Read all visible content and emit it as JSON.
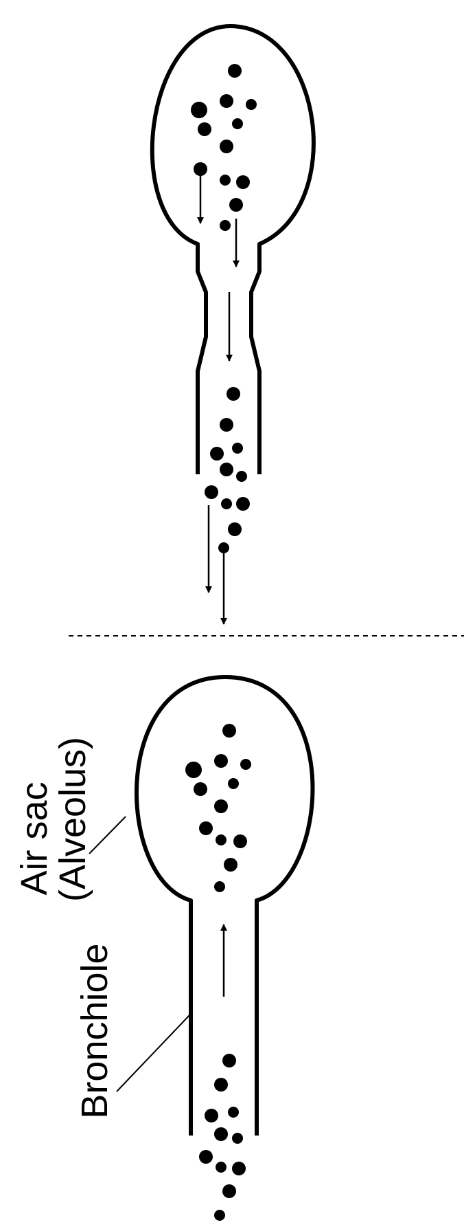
{
  "labels": {
    "air_sac_line1": "Air sac",
    "air_sac_line2": "(Alveolus)",
    "bronchiole": "Bronchiole"
  },
  "colors": {
    "ink": "#000000",
    "background": "#ffffff"
  }
}
